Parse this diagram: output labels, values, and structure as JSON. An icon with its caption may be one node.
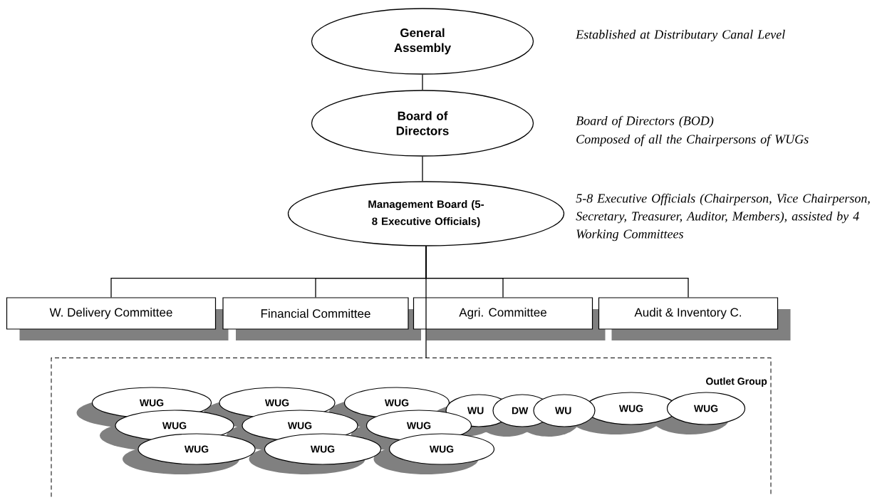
{
  "diagram": {
    "nodes": [
      {
        "text": [
          "General Assembly"
        ],
        "beside": [
          "Established at Distributary Canal Level"
        ]
      },
      {
        "text": [
          "Board of Directors"
        ],
        "beside": [
          "Board of Directors (BOD)",
          "Composed of all the Chairpersons of WUGs"
        ]
      },
      {
        "text": [
          "Management Board (5-8 Executive Officials)"
        ],
        "beside": [
          "5-8 Executive Officials (Chairperson, Vice Chairperson, Secretary, Treasurer, Auditor, Members), assisted by 4 Working Committees"
        ]
      },
      {
        "text": [
          "W. Delivery Committee"
        ]
      },
      {
        "text": [
          "Financial Committee"
        ]
      },
      {
        "text": [
          "Agri. Committee"
        ]
      },
      {
        "text": [
          "Audit & Inventory C."
        ]
      },
      {
        "text": [
          "Outlet Group"
        ]
      },
      {
        "text": [
          "WUG"
        ],
        "in": 7
      },
      {
        "text": [
          "WUG"
        ],
        "in": 7
      },
      {
        "text": [
          "WUG"
        ],
        "in": 7
      },
      {
        "text": [
          "WU"
        ],
        "in": 7
      },
      {
        "text": [
          "DW"
        ],
        "in": 7
      },
      {
        "text": [
          "WU"
        ],
        "in": 7
      },
      {
        "text": [
          "WUG"
        ],
        "in": 7
      },
      {
        "text": [
          "WUG"
        ],
        "in": 7
      },
      {
        "text": [
          "WUG"
        ],
        "in": 7
      },
      {
        "text": [
          "WUG"
        ],
        "in": 7
      },
      {
        "text": [
          "WUG"
        ],
        "in": 7
      },
      {
        "text": [
          "WUG"
        ],
        "in": 7
      },
      {
        "text": [
          "WUG"
        ],
        "in": 7
      },
      {
        "text": [
          "WUG"
        ],
        "in": 7
      }
    ],
    "edges": [
      {
        "from": 0,
        "to": 1,
        "arrow": "none"
      },
      {
        "from": 1,
        "to": 2,
        "arrow": "none"
      },
      {
        "from": 2,
        "to": 3,
        "arrow": "none"
      },
      {
        "from": 2,
        "to": 4,
        "arrow": "none"
      },
      {
        "from": 2,
        "to": 5,
        "arrow": "none"
      },
      {
        "from": 2,
        "to": 6,
        "arrow": "none"
      },
      {
        "from": 2,
        "to": 7,
        "arrow": "none"
      }
    ]
  }
}
